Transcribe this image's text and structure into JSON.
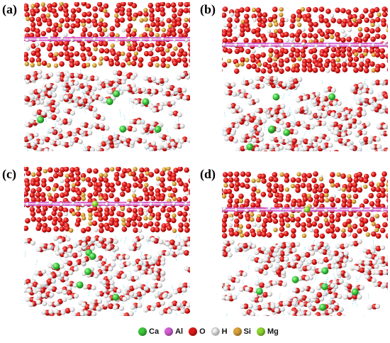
{
  "panels": [
    {
      "id": "a",
      "label": "(a)"
    },
    {
      "id": "b",
      "label": "(b)"
    },
    {
      "id": "c",
      "label": "(c)"
    },
    {
      "id": "d",
      "label": "(d)"
    }
  ],
  "legend": {
    "items": [
      {
        "key": "ca",
        "label": "Ca",
        "color": "#3cc83c"
      },
      {
        "key": "al",
        "label": "Al",
        "color": "#d35fd3"
      },
      {
        "key": "o",
        "label": "O",
        "color": "#e01818"
      },
      {
        "key": "h",
        "label": "H",
        "color": "#f2f2f2"
      },
      {
        "key": "si",
        "label": "Si",
        "color": "#d9a23a"
      },
      {
        "key": "mg",
        "label": "Mg",
        "color": "#8fd631"
      }
    ]
  }
}
